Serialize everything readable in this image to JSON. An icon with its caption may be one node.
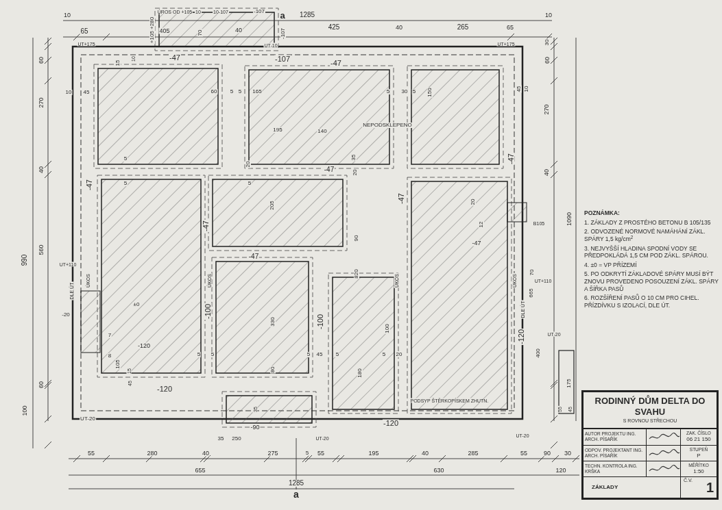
{
  "diagram": {
    "labels": [
      "10",
      "ÚROS OD +105",
      "10",
      "10-107",
      "-107",
      "a",
      "1285",
      "65",
      "405",
      "70",
      "40",
      "425",
      "40",
      "265",
      "65",
      "10",
      "+105 +280",
      "-107",
      "UT+175",
      "UT-10",
      "UT+175",
      "60",
      "270",
      "40",
      "990",
      "560",
      "60",
      "100",
      "30",
      "60",
      "270",
      "40",
      "1090",
      "15",
      "10",
      "-47",
      "-107",
      "-47",
      "10",
      "45",
      "60",
      "5",
      "5",
      "165",
      "5",
      "30",
      "5",
      "150",
      "NEPODSKLEPENO",
      "195",
      "140",
      "45",
      "10",
      "5",
      "5",
      "20",
      "5",
      "-47",
      "35",
      "20",
      "-47",
      "-47",
      "-47",
      "205",
      "-47",
      "20",
      "12",
      "B105",
      "-47",
      "-47",
      "90",
      "820",
      "UT+110",
      "ÚKOS",
      "ÚKOS",
      "ÚKOS",
      "ÚKOS",
      "UT+110",
      "70",
      "665",
      "DLE ÚT",
      "-120",
      "400",
      "UT-20",
      "175",
      "55",
      "45",
      "DLE ÚT",
      "-20",
      "±0",
      "-100",
      "7",
      "8",
      "105",
      "-120",
      "15",
      "5",
      "5",
      "45",
      "-120",
      "UT-20",
      "330",
      "-100",
      "100",
      "5",
      "45",
      "5",
      "5",
      "20",
      "80",
      "180",
      "PODSYP ŠTĚRKOPÍSKEM ZHUTN.",
      "35",
      "-90",
      "-120",
      "35",
      "250",
      "UT-20",
      "UT-20",
      "55",
      "280",
      "40",
      "275",
      "5",
      "55",
      "195",
      "40",
      "285",
      "55",
      "90",
      "30",
      "655",
      "630",
      "120",
      "1285",
      "a",
      "POZNÁMKA:",
      "1. ZÁKLADY Z PROSTÉHO BETONU B 105/135",
      "2. ODVOZENÉ NORMOVÉ NAMÁHÁNÍ ZÁKL. SPÁRY 1,5 kg/cm$^{2}$",
      "3. NEJVYŠŠÍ HLADINA SPODNÍ VODY SE PŘEDPOKLÁDÁ 1,5 CM POD ZÁKL. SPÁROU.",
      "4. ±0 = VP PŘÍZEMÍ",
      "5. PO ODKRYTÍ ZÁKLADOVÉ SPÁRY MUSÍ BÝT ZNOVU PROVEDENO POSOUZENÍ ZÁKL. SPÁRY A ŠÍŘKA PASŮ",
      "6. ROZŠÍŘENÍ PASŮ O 10 CM PRO CIHEL. PŘÍZDÍVKU S IZOLACÍ, DLE ÚT.",
      "RODINNÝ DŮM DELTA DO SVAHU",
      "S ROVNOU STŘECHOU",
      "AUTOR PROJEKTU ING. ARCH. PÍSAŘÍK",
      "ZAK. ČÍSLO",
      "06 21 150",
      "ODPOV. PROJEKTANT ING. ARCH. PÍSAŘÍK",
      "STUPEŇ",
      "P",
      "TECHN. KONTROLA ING. KRŠKA",
      "MĚŘÍTKO",
      "1:50",
      "ZÁKLADY",
      "Č.V.",
      "1"
    ]
  }
}
